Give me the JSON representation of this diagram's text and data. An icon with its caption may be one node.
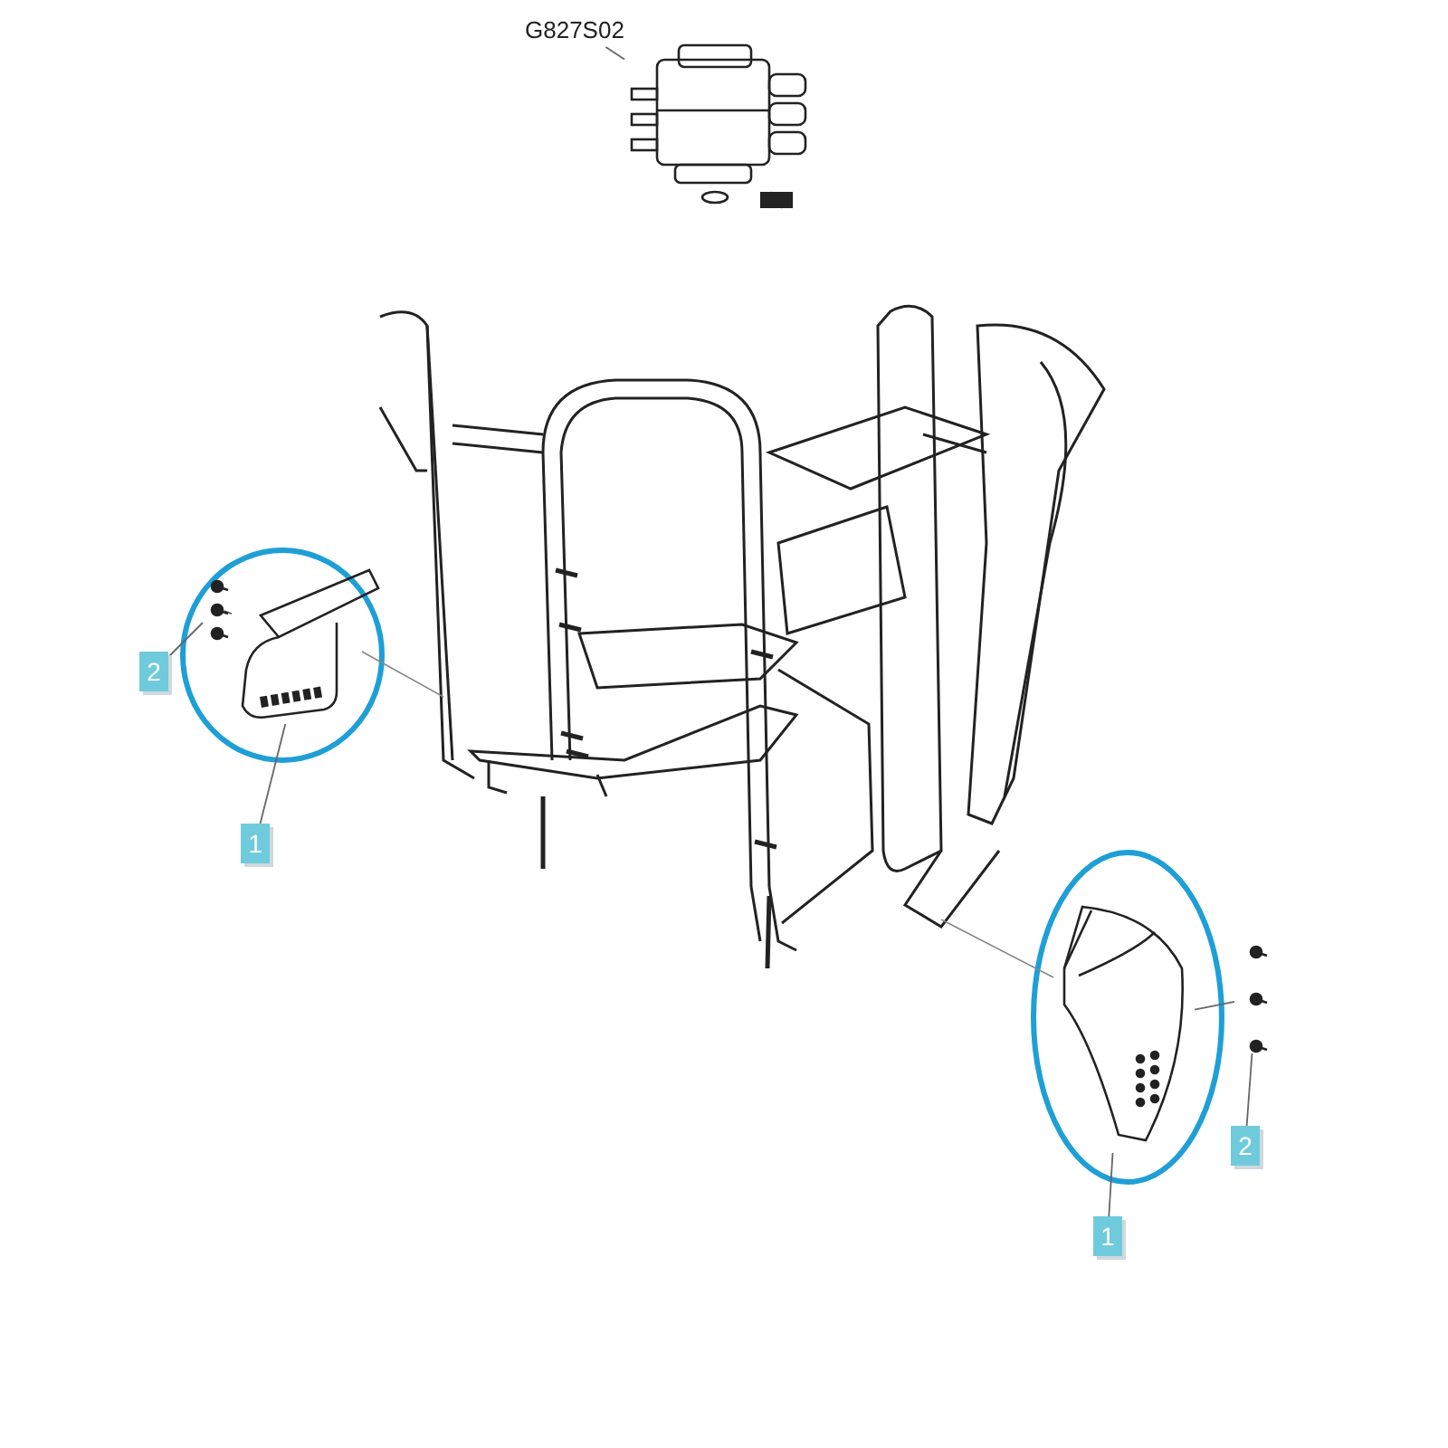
{
  "diagram": {
    "nodes": [
      {
        "text": [
          "G827S02"
        ]
      },
      {
        "text": [],
        "shape": "picture"
      },
      {
        "text": [
          "2"
        ]
      },
      {
        "text": [],
        "shape": "picture"
      },
      {
        "text": [],
        "shape": "picture"
      },
      {
        "text": [
          "1"
        ]
      },
      {
        "text": [],
        "shape": "picture"
      },
      {
        "text": [],
        "shape": "picture"
      },
      {
        "text": [
          "2"
        ]
      },
      {
        "text": [
          "1"
        ]
      },
      {
        "text": [],
        "shape": "box"
      }
    ],
    "edges": [
      {
        "from": 0,
        "to": 1,
        "arrow": "none"
      },
      {
        "from": 2,
        "to": 3,
        "arrow": "none"
      },
      {
        "from": 5,
        "to": 4,
        "arrow": "none"
      },
      {
        "from": 8,
        "to": 7,
        "arrow": "none"
      },
      {
        "from": 9,
        "to": 6,
        "arrow": "none"
      },
      {
        "from": 3,
        "to": 4,
        "arrow": "none"
      },
      {
        "from": 7,
        "to": 6,
        "arrow": "none"
      },
      {
        "from": 10,
        "to": 1,
        "arrow": "none"
      }
    ]
  }
}
